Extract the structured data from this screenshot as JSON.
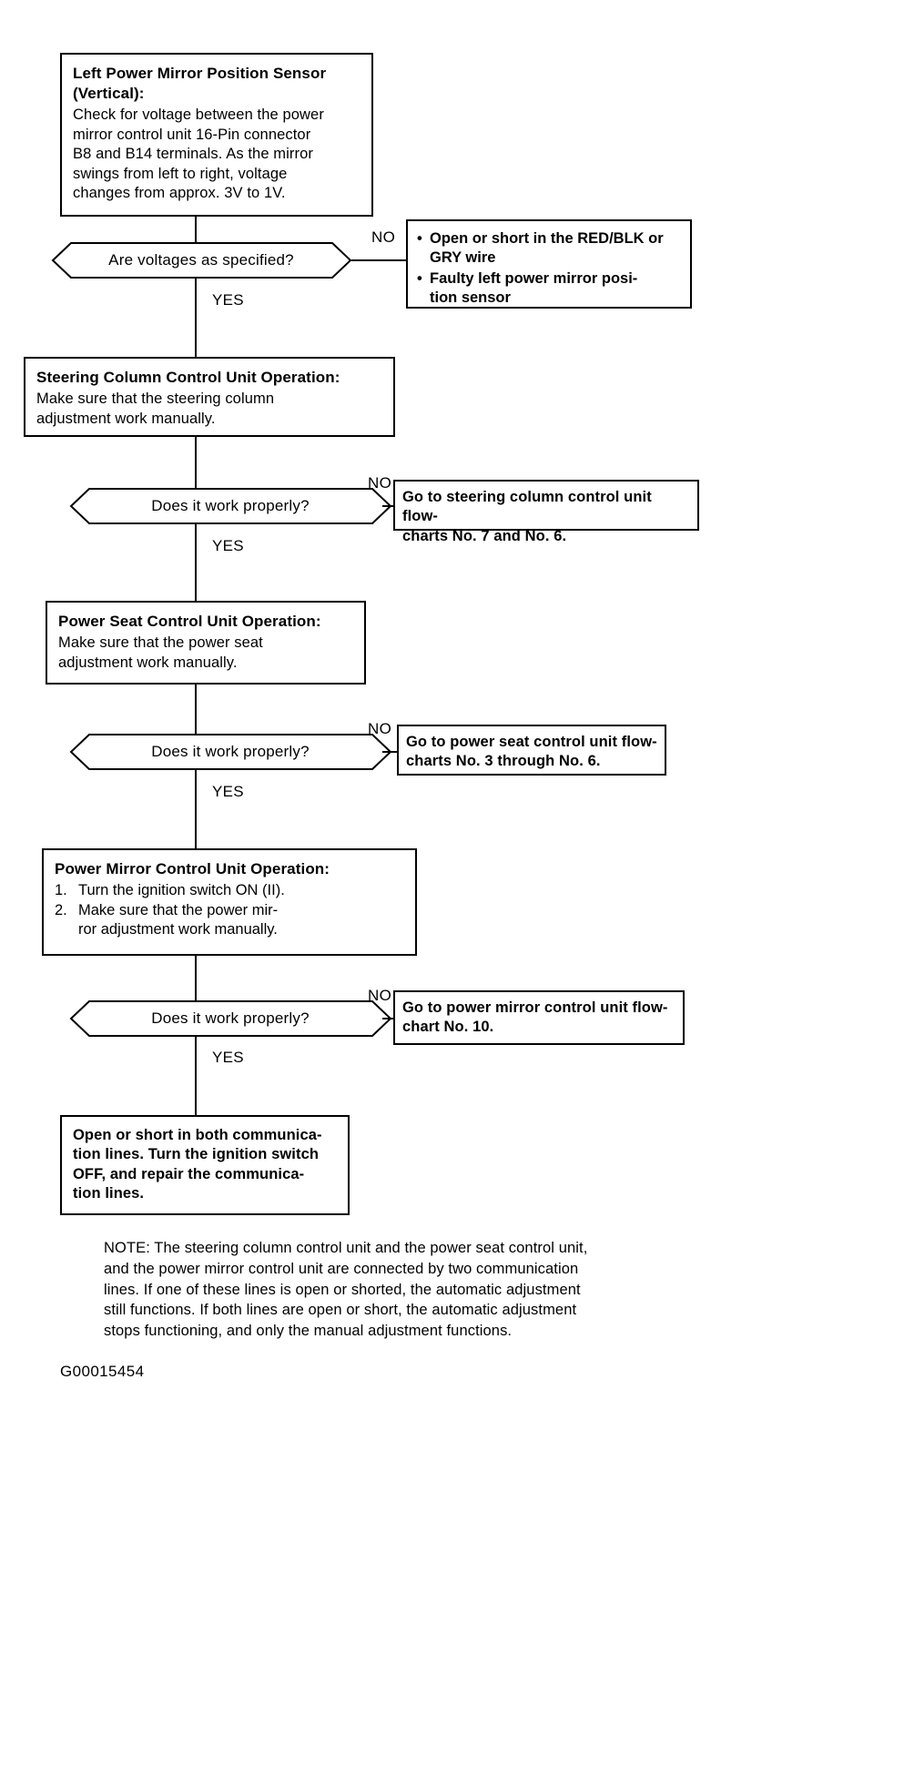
{
  "document": {
    "figure_id": "G00015454",
    "note": "NOTE: The steering column control unit and the power seat control unit,\nand the power mirror control unit are connected by two communication\nlines. If one of these lines is open or shorted, the automatic adjustment\nstill functions. If both lines are open or short, the automatic adjustment\nstops functioning, and only the manual adjustment functions."
  },
  "colors": {
    "line": "#000000",
    "background": "#ffffff",
    "text": "#000000"
  },
  "steps": {
    "step1": {
      "title": "Left Power Mirror Position Sensor\n(Vertical):",
      "body": "Check for voltage between the power\nmirror control unit 16-Pin connector\nB8 and B14 terminals. As the mirror\nswings from left to right, voltage\nchanges from approx. 3V to 1V."
    },
    "decision1": {
      "label": "Are voltages as specified?",
      "yes": "YES",
      "no": "NO"
    },
    "result1": {
      "bullets": [
        "Open or short in the RED/BLK or\nGRY wire",
        "Faulty left power mirror posi-\ntion sensor"
      ],
      "bullet_glyph": "•"
    },
    "step2": {
      "title": "Steering Column Control Unit Operation:",
      "body": "Make sure that the steering column\nadjustment work manually."
    },
    "decision2": {
      "label": "Does it work properly?",
      "yes": "YES",
      "no": "NO"
    },
    "result2": {
      "text": "Go to steering column control unit flow-\ncharts No. 7 and No. 6."
    },
    "step3": {
      "title": "Power Seat Control Unit Operation:",
      "body": "Make sure that the power seat\nadjustment work manually."
    },
    "decision3": {
      "label": "Does it work properly?",
      "yes": "YES",
      "no": "NO"
    },
    "result3": {
      "text": "Go to power seat control unit flow-\ncharts No. 3 through No. 6."
    },
    "step4": {
      "title": "Power Mirror Control Unit Operation:",
      "items": [
        {
          "num": "1.",
          "text": "Turn the ignition switch ON (II)."
        },
        {
          "num": "2.",
          "text": "Make sure that the power mir-\nror adjustment work manually."
        }
      ]
    },
    "decision4": {
      "label": "Does it work properly?",
      "yes": "YES",
      "no": "NO"
    },
    "result4": {
      "text": "Go to power mirror control unit flow-\nchart No. 10."
    },
    "final": {
      "text": "Open or short in both communica-\ntion lines. Turn the ignition switch\nOFF, and repair the communica-\ntion lines."
    }
  }
}
